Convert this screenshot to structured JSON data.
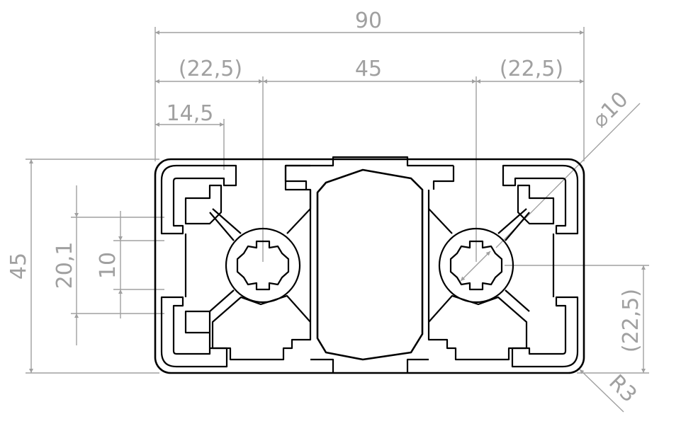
{
  "colors": {
    "dimension": "#a0a0a0",
    "outline": "#000000",
    "background": "#ffffff"
  },
  "dimensions": {
    "overall_width": "90",
    "left_offset": "(22,5)",
    "center_spacing": "45",
    "right_offset": "(22,5)",
    "slot_offset": "14,5",
    "diameter": "⌀10",
    "overall_height": "45",
    "slot_opening": "20,1",
    "slot_inner": "10",
    "half_height": "(22,5)",
    "corner_radius": "R3"
  }
}
